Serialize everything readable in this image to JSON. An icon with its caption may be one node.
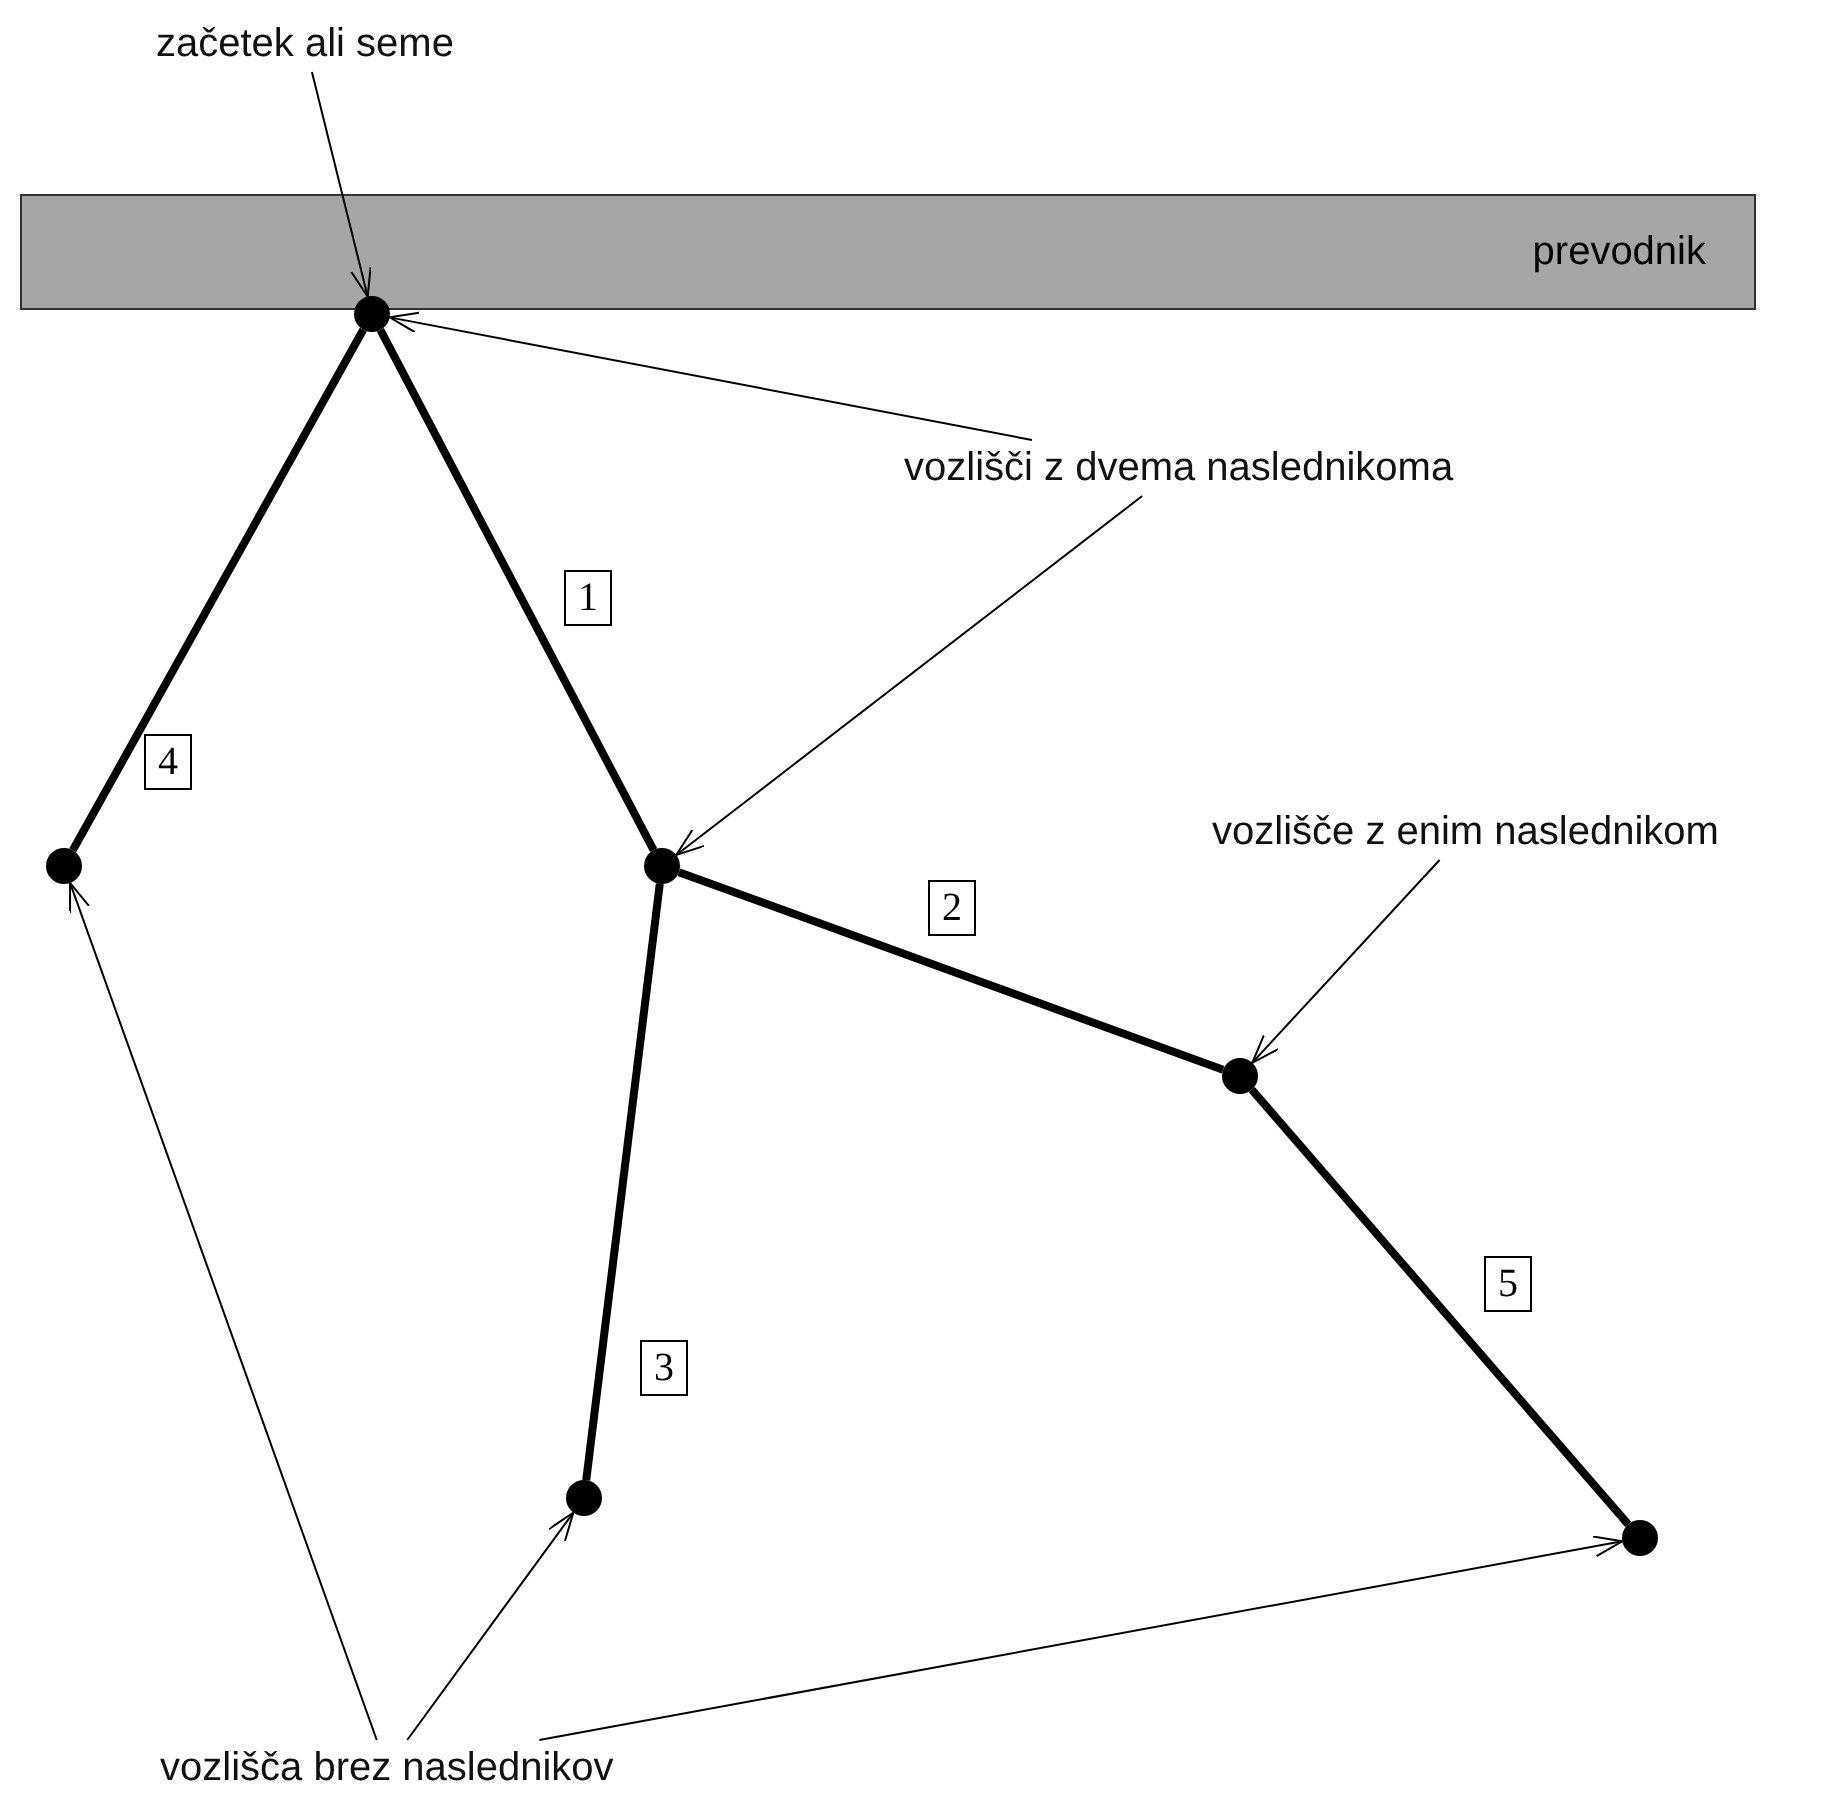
{
  "diagram": {
    "nodes": [
      {
        "text": [
          "začetek ali seme"
        ]
      },
      {
        "text": [
          "prevodnik"
        ]
      },
      {
        "text": [],
        "shape": "circle"
      },
      {
        "text": [
          "vozlišči z dvema naslednikoma"
        ]
      },
      {
        "text": [],
        "shape": "circle"
      },
      {
        "text": [],
        "shape": "circle"
      },
      {
        "text": [
          "vozlišče z enim naslednikom"
        ]
      },
      {
        "text": [],
        "shape": "circle"
      },
      {
        "text": [],
        "shape": "circle"
      },
      {
        "text": [],
        "shape": "circle"
      },
      {
        "text": [
          "vozlišča brez naslednikov"
        ]
      }
    ],
    "edges": [
      {
        "from": 2,
        "to": 5,
        "arrow": "none",
        "label": "1",
        "style": "thick"
      },
      {
        "from": 5,
        "to": 7,
        "arrow": "none",
        "label": "2",
        "style": "thick"
      },
      {
        "from": 5,
        "to": 8,
        "arrow": "none",
        "label": "3",
        "style": "thick"
      },
      {
        "from": 2,
        "to": 4,
        "arrow": "none",
        "label": "4",
        "style": "thick"
      },
      {
        "from": 7,
        "to": 9,
        "arrow": "none",
        "label": "5",
        "style": "thick"
      },
      {
        "from": 0,
        "to": 2,
        "arrow": "to"
      },
      {
        "from": 3,
        "to": 2,
        "arrow": "to"
      },
      {
        "from": 3,
        "to": 5,
        "arrow": "to"
      },
      {
        "from": 6,
        "to": 7,
        "arrow": "to"
      },
      {
        "from": 10,
        "to": 4,
        "arrow": "to"
      },
      {
        "from": 10,
        "to": 8,
        "arrow": "to"
      },
      {
        "from": 10,
        "to": 9,
        "arrow": "to"
      }
    ]
  }
}
